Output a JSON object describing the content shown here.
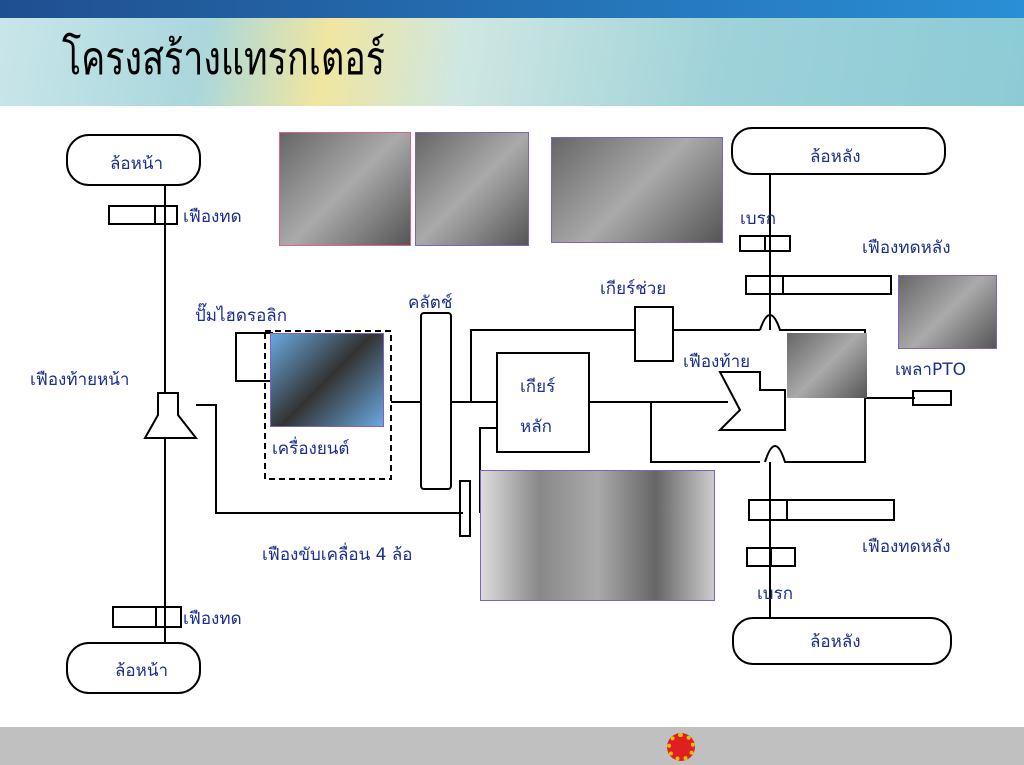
{
  "title": "โครงสร้างแทรกเตอร์",
  "labels": {
    "front_wheel_top": "ล้อหน้า",
    "front_wheel_bottom": "ล้อหน้า",
    "reduction_gear_top": "เฟืองทด",
    "reduction_gear_bottom": "เฟืองทด",
    "hydraulic_pump": "ปั๊มไฮดรอลิก",
    "front_differential": "เฟืองท้ายหน้า",
    "engine": "เครื่องยนต์",
    "clutch": "คลัตช์",
    "aux_gear": "เกียร์ช่วย",
    "main_gear_1": "เกียร์",
    "main_gear_2": "หลัก",
    "differential": "เฟืองท้าย",
    "rear_wheel_top": "ล้อหลัง",
    "rear_wheel_bottom": "ล้อหลัง",
    "brake_top": "เบรก",
    "brake_bottom": "เบรก",
    "rear_reduction_top": "เฟืองทดหลัง",
    "rear_reduction_bottom": "เฟืองทดหลัง",
    "pto": "เพลาPTO",
    "four_wd": "เฟืองขับเคลื่อน 4 ล้อ"
  }
}
